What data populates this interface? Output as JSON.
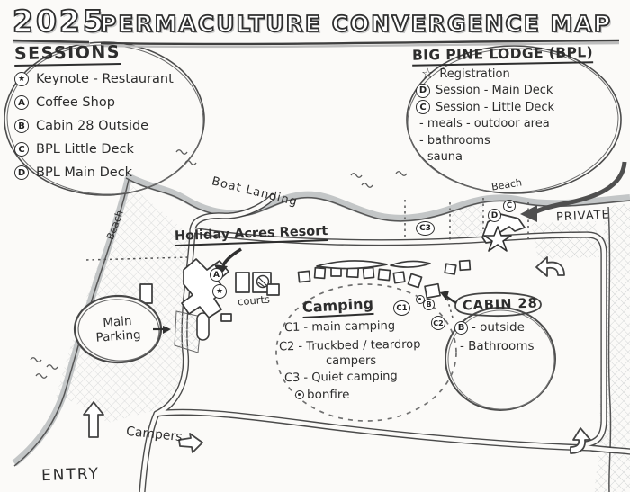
{
  "title": {
    "year": "2025",
    "text": "Permaculture Convergence Map"
  },
  "sessions_legend": {
    "title": "SESSIONS",
    "items": [
      {
        "marker": "★",
        "label": "Keynote - Restaurant"
      },
      {
        "marker": "A",
        "label": "Coffee Shop"
      },
      {
        "marker": "B",
        "label": "Cabin 28 Outside"
      },
      {
        "marker": "C",
        "label": "BPL Little Deck"
      },
      {
        "marker": "D",
        "label": "BPL Main Deck"
      }
    ]
  },
  "bpl_legend": {
    "title": "BIG PINE LODGE (BPL)",
    "items": [
      {
        "marker": "☆",
        "label": "Registration"
      },
      {
        "marker": "D",
        "label": "Session - Main Deck"
      },
      {
        "marker": "C",
        "label": "Session - Little Deck"
      },
      {
        "marker": "",
        "label": "- meals - outdoor area"
      },
      {
        "marker": "",
        "label": "- bathrooms"
      },
      {
        "marker": "",
        "label": "- sauna"
      }
    ]
  },
  "map": {
    "boat_landing": "Boat Landing",
    "beach_left": "Beach",
    "beach_right": "Beach",
    "private": "PRIVATE",
    "holiday_acres": "Holiday Acres Resort",
    "courts": "courts",
    "main_parking": "Main Parking",
    "campers": "Campers",
    "entry": "ENTRY",
    "markers": {
      "a": "A",
      "b": "B",
      "c": "C",
      "d": "D",
      "c1": "C1",
      "c2": "C2",
      "c3": "C3"
    }
  },
  "camping": {
    "title": "Camping",
    "line1": "C1 - main camping",
    "line2": "C2 - Truckbed / teardrop",
    "line3": "campers",
    "line4": "C3 - Quiet camping",
    "bonfire": "bonfire"
  },
  "cabin28": {
    "title": "CABIN 28",
    "marker": "B",
    "outside": "- outside",
    "bathrooms": "- Bathrooms"
  },
  "colors": {
    "ink": "#3a3a3a",
    "shade": "#c3c6c7",
    "paper": "#fbfaf8"
  }
}
